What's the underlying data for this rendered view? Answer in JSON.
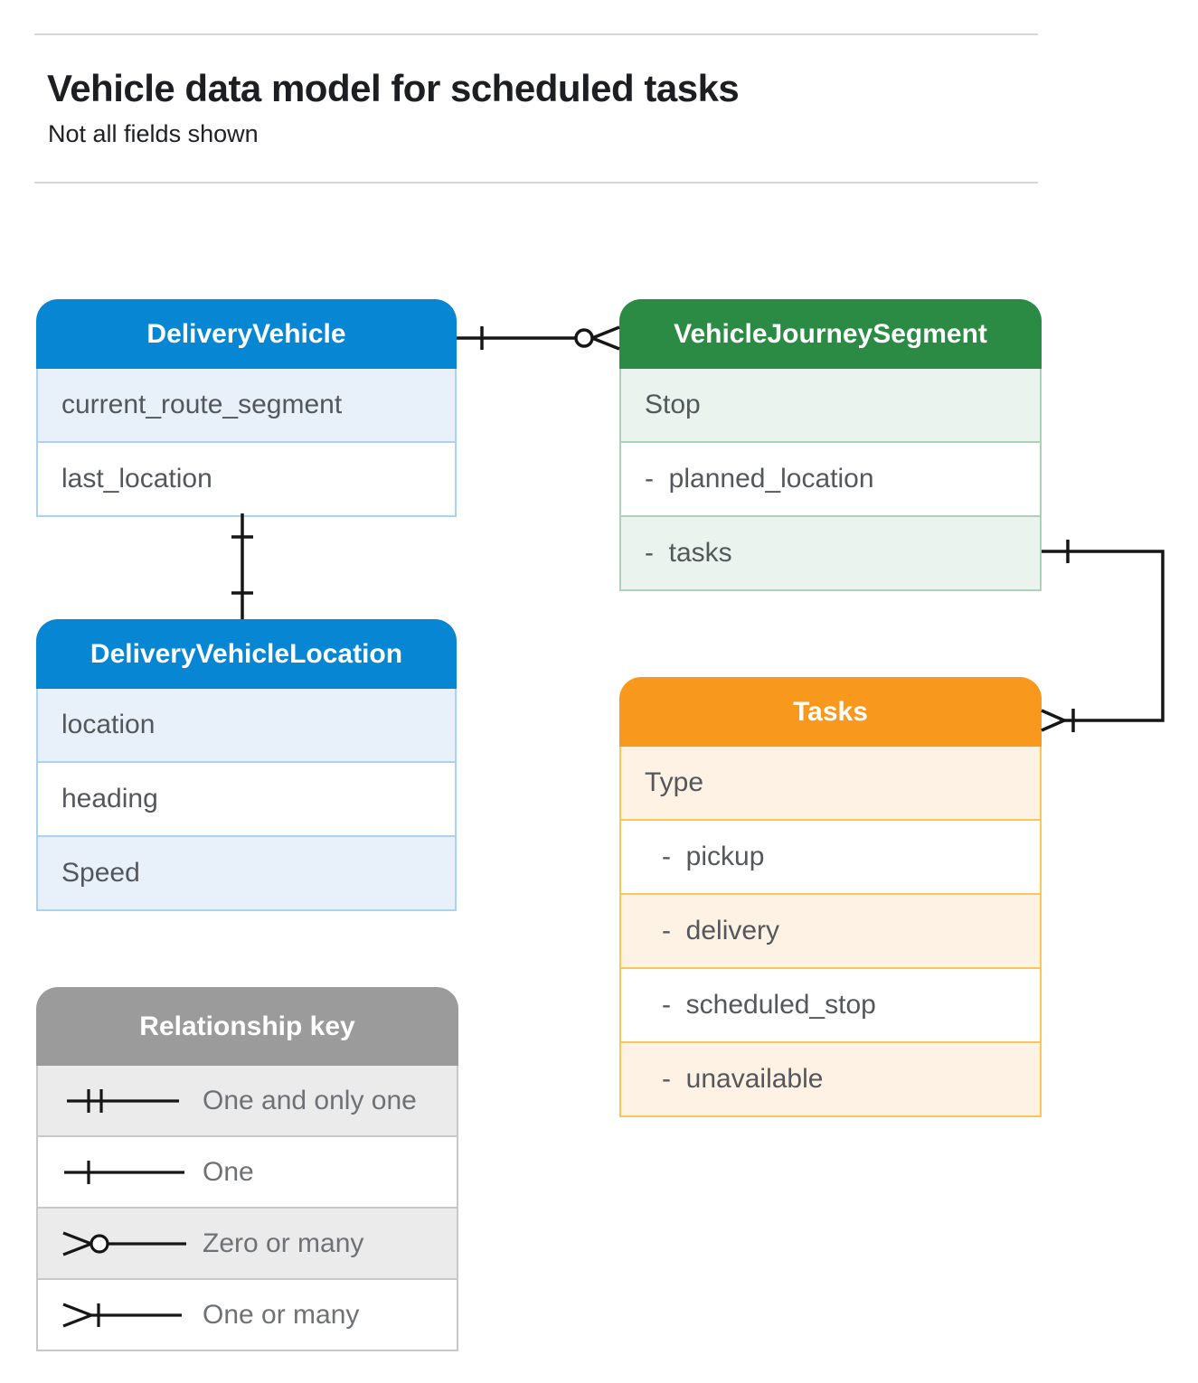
{
  "page": {
    "title": "Vehicle data model for scheduled tasks",
    "subtitle": "Not all fields shown"
  },
  "colors": {
    "blue_header": "#0686d3",
    "blue_tint": "#e8f1fa",
    "green_header": "#2b8a44",
    "green_tint": "#eaf3ed",
    "orange_header": "#f8981d",
    "orange_tint": "#fdf2e3",
    "gray_header": "#9b9b9b",
    "gray_tint": "#ebebeb",
    "connector": "#161616"
  },
  "entities": {
    "delivery_vehicle": {
      "title": "DeliveryVehicle",
      "fields": [
        "current_route_segment",
        "last_location"
      ]
    },
    "vehicle_journey_segment": {
      "title": "VehicleJourneySegment",
      "fields": [
        "Stop",
        "-  planned_location",
        "-  tasks"
      ]
    },
    "delivery_vehicle_location": {
      "title": "DeliveryVehicleLocation",
      "fields": [
        "location",
        "heading",
        "Speed"
      ]
    },
    "tasks": {
      "title": "Tasks",
      "fields": [
        "Type",
        "-  pickup",
        "-  delivery",
        "-  scheduled_stop",
        "-  unavailable"
      ]
    }
  },
  "relationship_key": {
    "title": "Relationship key",
    "items": [
      {
        "symbol": "one-and-only-one",
        "label": "One and only one"
      },
      {
        "symbol": "one",
        "label": "One"
      },
      {
        "symbol": "zero-or-many",
        "label": "Zero or many"
      },
      {
        "symbol": "one-or-many",
        "label": "One or many"
      }
    ]
  },
  "relationships": [
    {
      "from": "DeliveryVehicle",
      "to": "VehicleJourneySegment",
      "from_cardinality": "one",
      "to_cardinality": "zero-or-many"
    },
    {
      "from": "DeliveryVehicle",
      "to": "DeliveryVehicleLocation",
      "from_cardinality": "one",
      "to_cardinality": "one"
    },
    {
      "from": "VehicleJourneySegment.tasks",
      "to": "Tasks",
      "from_cardinality": "one",
      "to_cardinality": "one-or-many"
    }
  ]
}
